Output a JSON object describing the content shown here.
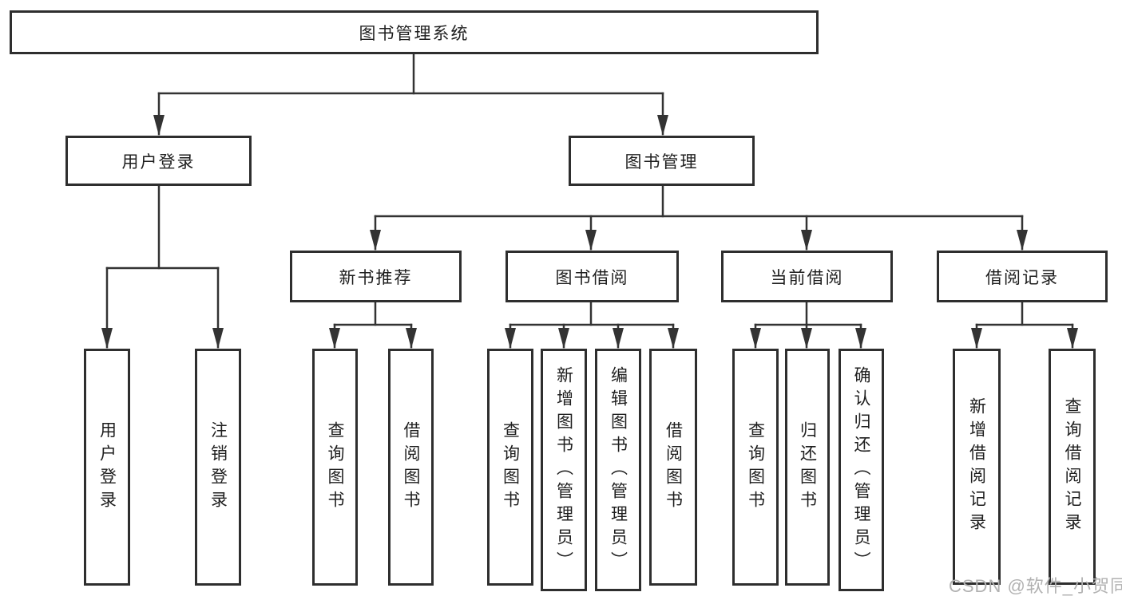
{
  "nodes": {
    "root": "图书管理系统",
    "user_login": "用户登录",
    "book_mgmt": "图书管理",
    "new_book_rec": "新书推荐",
    "book_borrow": "图书借阅",
    "current_borrow": "当前借阅",
    "borrow_record": "借阅记录",
    "ul_login": "用户登录",
    "ul_logout": "注销登录",
    "nb_query_book": "查询图书",
    "nb_borrow_book": "借阅图书",
    "bb_query_book": "查询图书",
    "bb_add_book": "新增图书（管理员）",
    "bb_edit_book": "编辑图书（管理员）",
    "bb_borrow_book": "借阅图书",
    "cb_query_book": "查询图书",
    "cb_return_book": "归还图书",
    "cb_confirm_return": "确认归还（管理员）",
    "br_add_record": "新增借阅记录",
    "br_query_record": "查询借阅记录"
  },
  "watermark": "CSDN @软件_小贺同学",
  "colors": {
    "background": "#ffffff",
    "box_border": "#2e2e2e",
    "connector_line": "#333333",
    "text": "#1e1e1e",
    "watermark": "#b1b1b1"
  }
}
